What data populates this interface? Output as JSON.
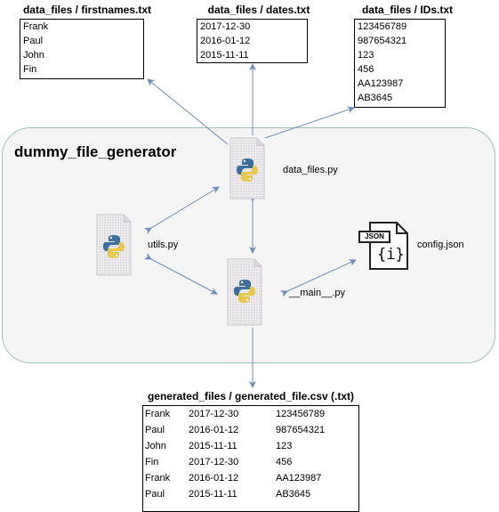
{
  "diagram": {
    "container_title": "dummy_file_generator",
    "firstnames": {
      "title": "data_files / firstnames.txt",
      "lines": [
        "Frank",
        "Paul",
        "John",
        "Fin"
      ]
    },
    "dates": {
      "title": "data_files / dates.txt",
      "lines": [
        "2017-12-30",
        "2016-01-12",
        "2015-11-11"
      ]
    },
    "ids": {
      "title": "data_files / IDs.txt",
      "lines": [
        "123456789",
        "987654321",
        "123",
        "456",
        "AA123987",
        "AB3645"
      ]
    },
    "nodes": {
      "data_files": "data_files.py",
      "utils": "utils.py",
      "main": "__main__.py",
      "config": "config.json",
      "config_badge": "JSON",
      "config_glyph": "{i}"
    },
    "generated": {
      "title": "generated_files / generated_file.csv (.txt)",
      "rows": [
        [
          "Frank",
          "2017-12-30",
          "123456789"
        ],
        [
          "Paul",
          "2016-01-12",
          "987654321"
        ],
        [
          "John",
          "2015-11-11",
          "123"
        ],
        [
          "Fin",
          "2017-12-30",
          "456"
        ],
        [
          "Frank",
          "2016-01-12",
          "AA123987"
        ],
        [
          "Paul",
          "2015-11-11",
          "AB3645"
        ]
      ]
    },
    "colors": {
      "arrow": "#6c8ebf",
      "container_fill": "#f5f5f5",
      "container_border": "#9fc4b5",
      "python_blue": "#3d6f9e",
      "python_yellow": "#e8c74a"
    }
  }
}
